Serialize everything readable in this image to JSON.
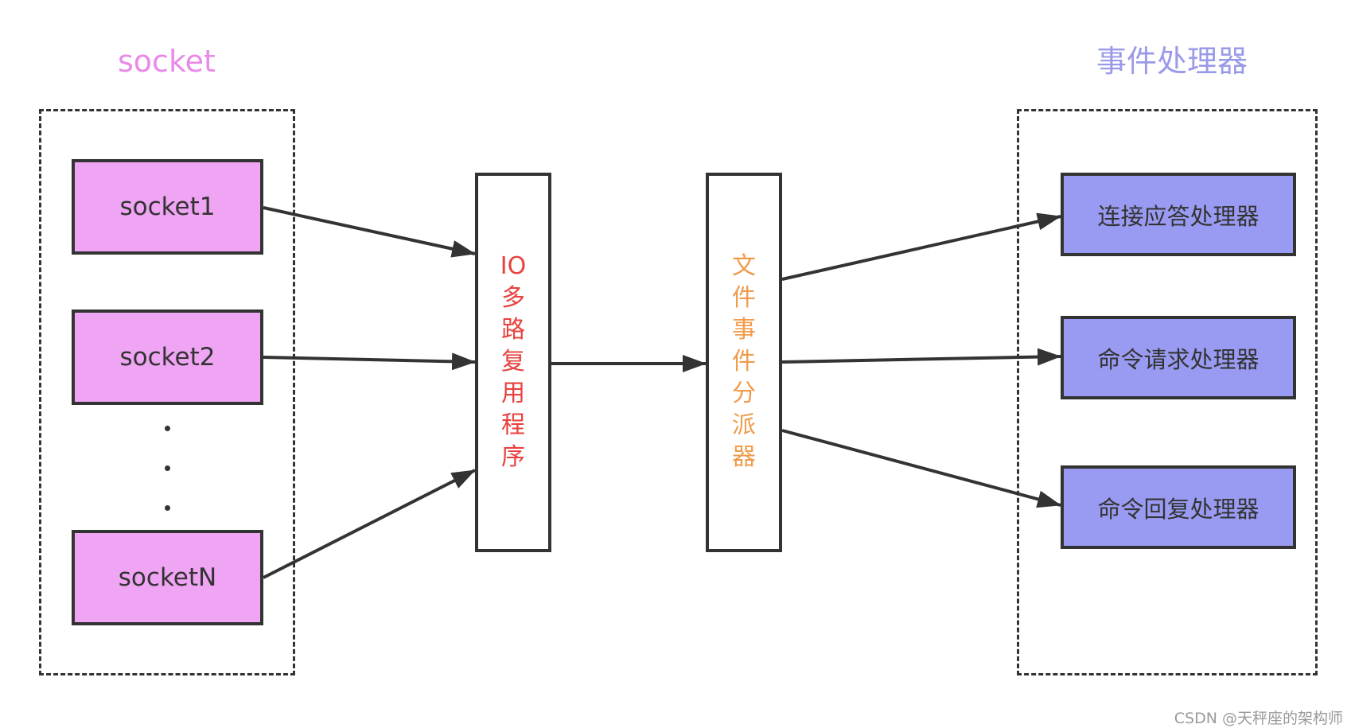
{
  "titles": {
    "socket_group": "socket",
    "handler_group": "事件处理器"
  },
  "sockets": {
    "socket1": "socket1",
    "socket2": "socket2",
    "socketN": "socketN"
  },
  "io_multiplexer": "IO\n多\n路\n复\n用\n程\n序",
  "dispatcher": "文\n件\n事\n件\n分\n派\n器",
  "handlers": {
    "accept": "连接应答处理器",
    "request": "命令请求处理器",
    "reply": "命令回复处理器"
  },
  "watermark": "CSDN @天秤座的架构师",
  "colors": {
    "socket_fill": "#f0a4f4",
    "handler_fill": "#999bf2",
    "io_text": "#e8413e",
    "dispatcher_text": "#f09b4a",
    "socket_title": "#e98ae9",
    "handler_title": "#9a9ae8",
    "stroke": "#333333"
  }
}
